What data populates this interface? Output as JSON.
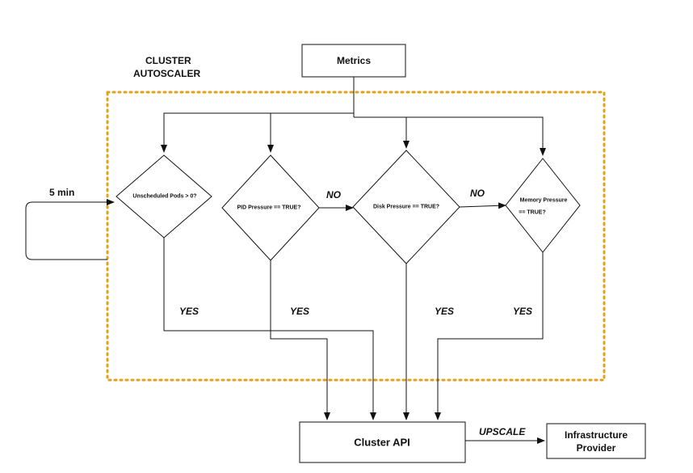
{
  "colors": {
    "line": "#111111",
    "boundary": "#e0a21a",
    "background": "#ffffff"
  },
  "boundary": {
    "title_line1": "CLUSTER",
    "title_line2": "AUTOSCALER"
  },
  "nodes": {
    "metrics": "Metrics",
    "unscheduled": "Unscheduled Pods > 0?",
    "pid": "PID Pressure == TRUE?",
    "disk": "Disk Pressure == TRUE?",
    "memory_line1": "Memory Pressure",
    "memory_line2": "== TRUE?",
    "cluster_api": "Cluster API",
    "infra_line1": "Infrastructure",
    "infra_line2": "Provider"
  },
  "edges": {
    "loop": "5 min",
    "no1": "NO",
    "no2": "NO",
    "yes1": "YES",
    "yes2": "YES",
    "yes3": "YES",
    "yes4": "YES",
    "upscale": "UPSCALE"
  }
}
